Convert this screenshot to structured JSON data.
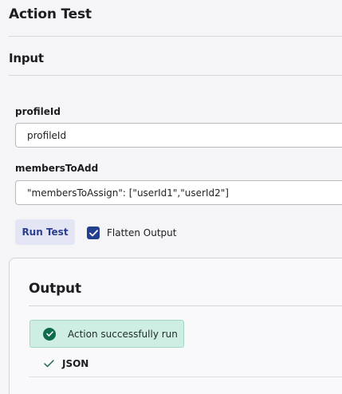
{
  "header": {
    "title": "Action Test"
  },
  "input": {
    "section_title": "Input",
    "fields": [
      {
        "label": "profileId",
        "value": "profileId"
      },
      {
        "label": "membersToAdd",
        "value": "\"membersToAssign\": [\"userId1\",\"userId2\"]"
      }
    ],
    "run_button_label": "Run Test",
    "flatten": {
      "label": "Flatten Output",
      "checked": true
    }
  },
  "output": {
    "title": "Output",
    "status_message": "Action successfully run",
    "json_label": "JSON"
  },
  "colors": {
    "accent": "#23408e",
    "success_bg": "#cfeee3",
    "success_icon": "#0f6b4e",
    "button_bg": "#e3e5f5"
  },
  "icons": {
    "checkbox": "checkbox-checked-icon",
    "success": "success-check-circle-icon",
    "json": "checkmark-icon"
  }
}
